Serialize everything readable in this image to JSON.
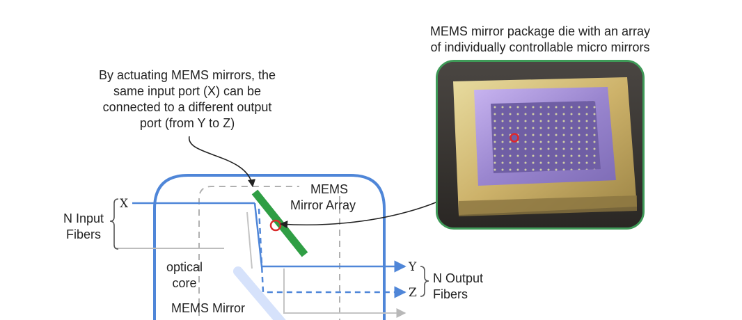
{
  "annotation_actuate": {
    "line1": "By actuating MEMS mirrors, the",
    "line2": "same input port (X) can be",
    "line3": "connected to a different output",
    "line4": "port (from Y to Z)"
  },
  "annotation_package": {
    "line1": "MEMS mirror package die with an array",
    "line2": "of individually controllable micro mirrors"
  },
  "labels": {
    "mems_array_1": "MEMS",
    "mems_array_2": "Mirror Array",
    "input_fibers_1": "N Input",
    "input_fibers_2": "Fibers",
    "output_fibers_1": "N Output",
    "output_fibers_2": "Fibers",
    "optical_core_1": "optical",
    "optical_core_2": "core",
    "mems_mirror": "MEMS Mirror",
    "port_x": "X",
    "port_y": "Y",
    "port_z": "Z"
  },
  "colors": {
    "switch_box_border": "#4f86d8",
    "fiber_line": "#4f86d8",
    "mirror": "#2f9e44",
    "highlight_circle": "#d92b2b",
    "photo_border": "#3f9a58"
  }
}
